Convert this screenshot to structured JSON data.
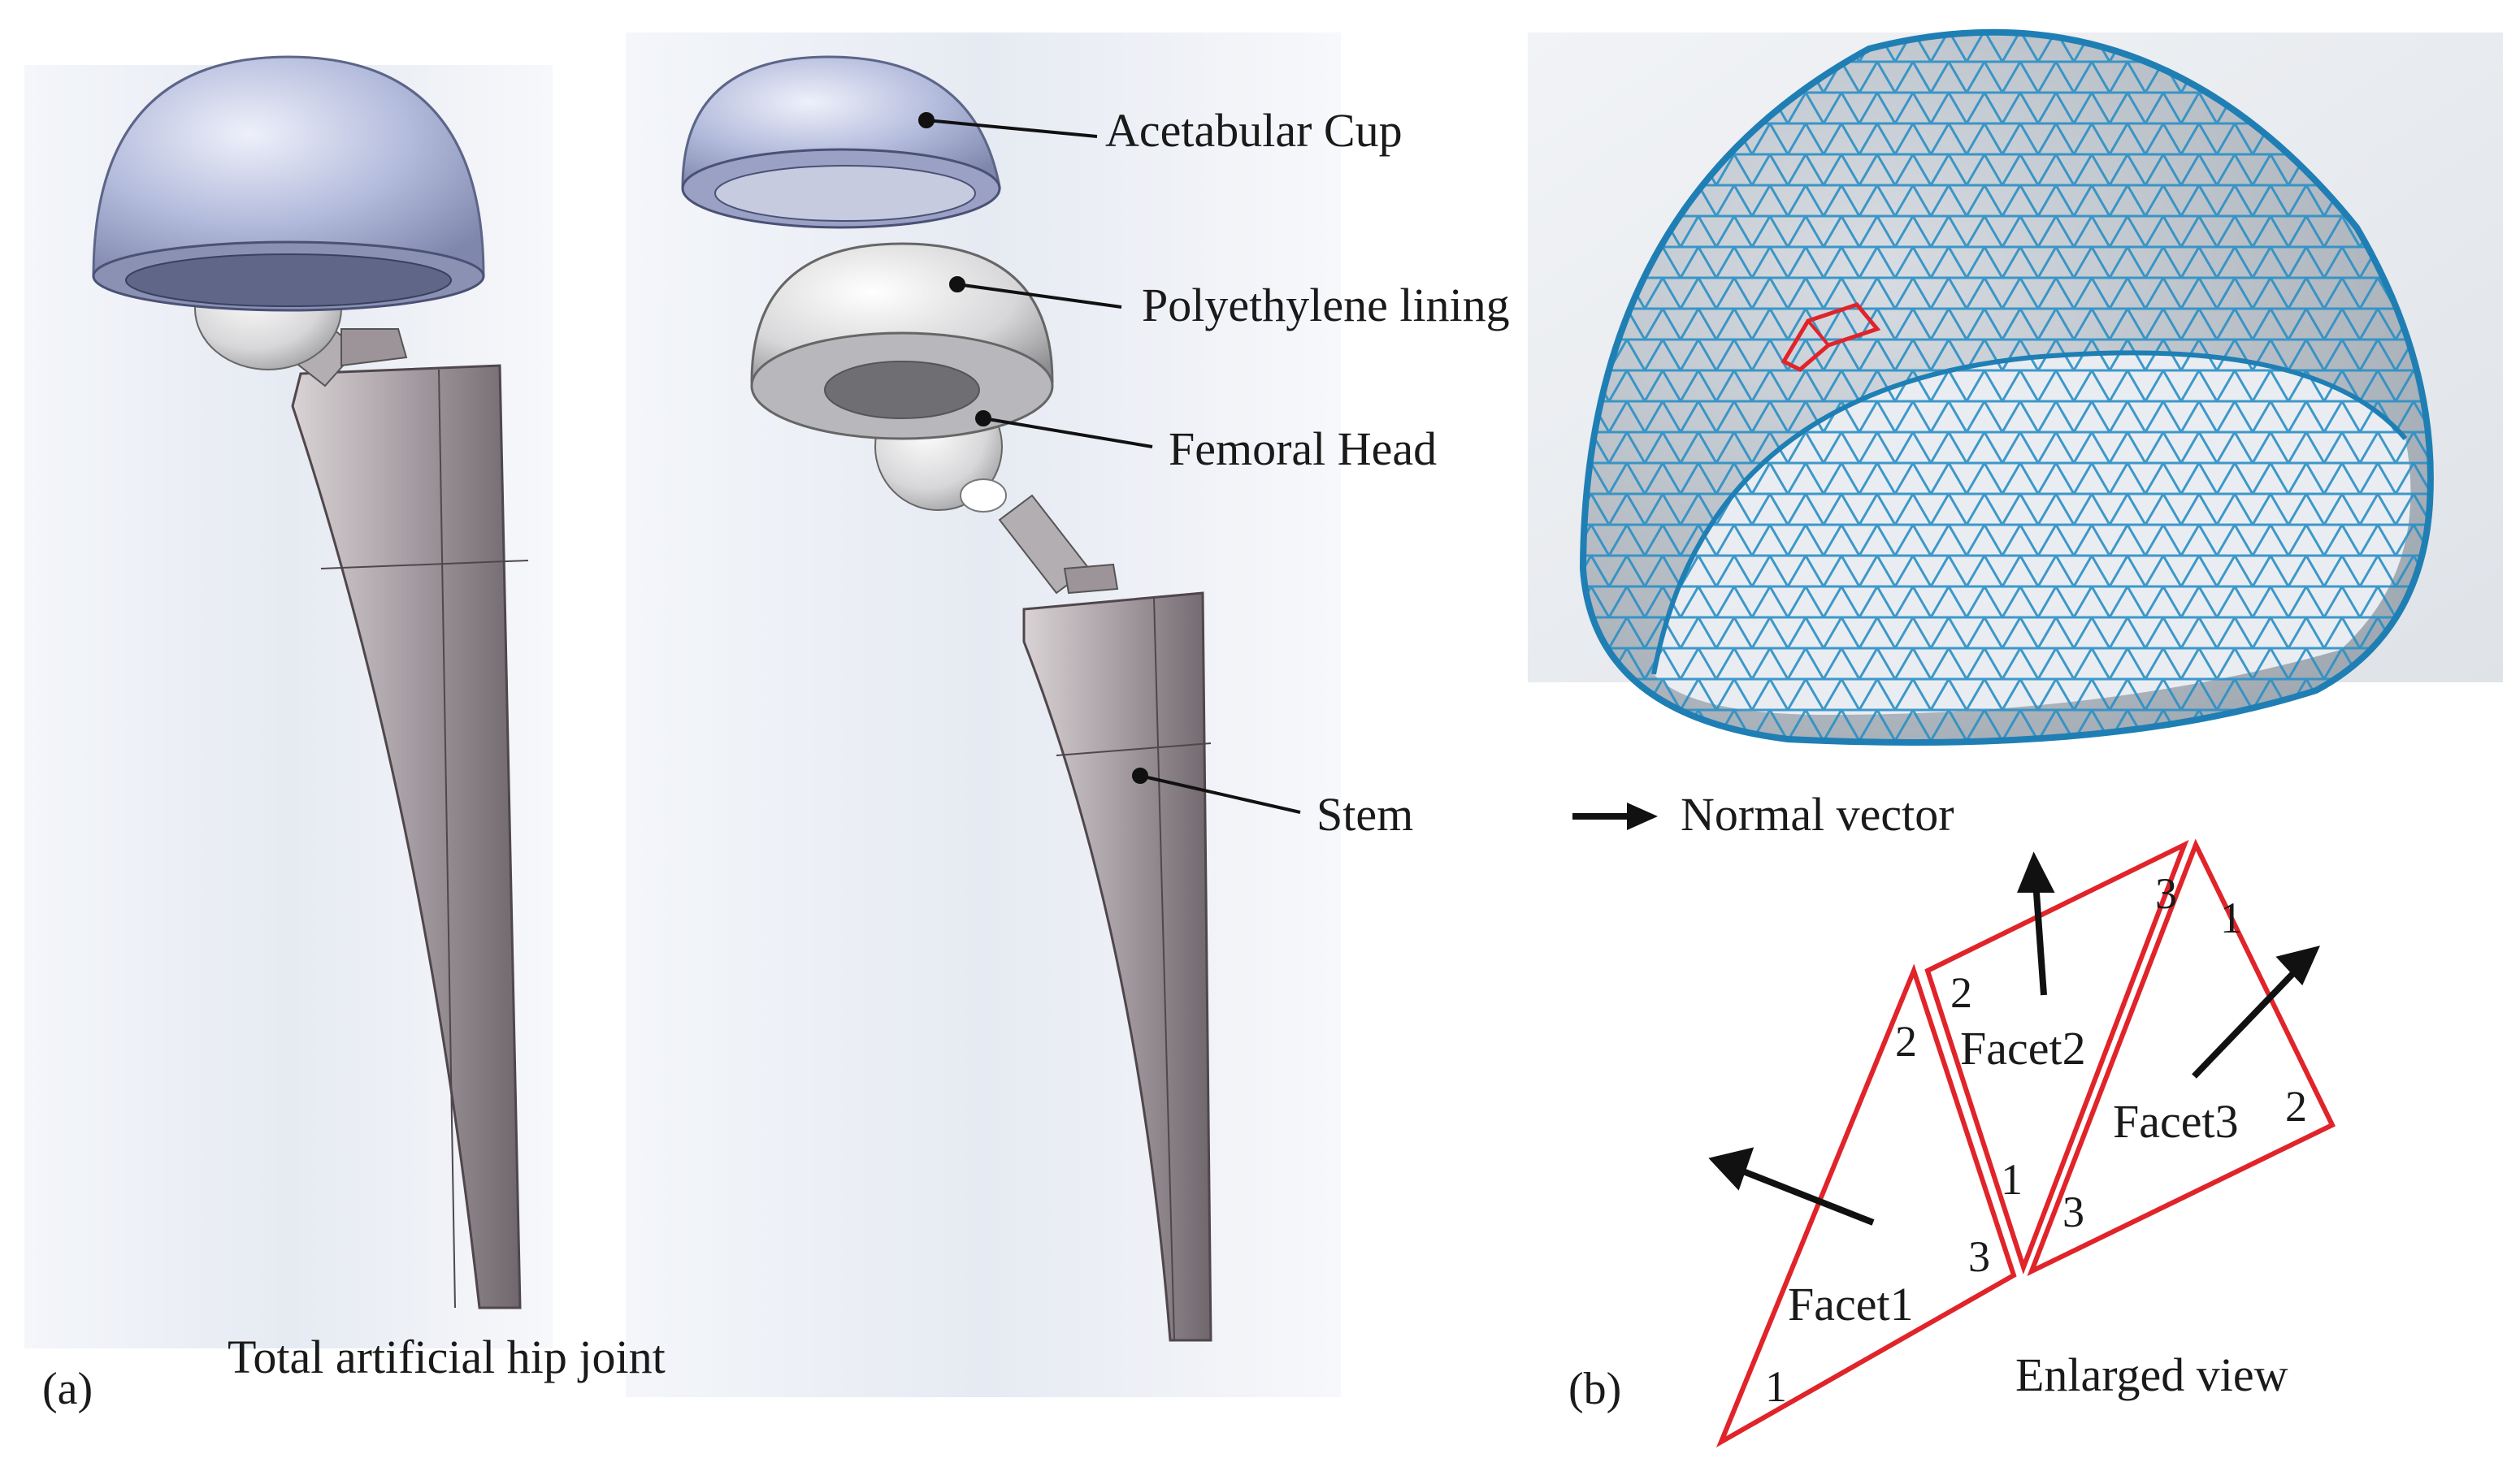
{
  "panel_a": {
    "panel_label": "(a)",
    "caption": "Total artificial hip joint",
    "callouts": {
      "cup": "Acetabular Cup",
      "lining": "Polyethylene lining",
      "head": "Femoral Head",
      "stem": "Stem"
    }
  },
  "panel_b": {
    "panel_label": "(b)",
    "legend_text": "Normal vector",
    "enlarged_label": "Enlarged view",
    "facets": {
      "f1": "Facet1",
      "f2": "Facet2",
      "f3": "Facet3"
    },
    "vertex_numbers": {
      "f1_v1": "1",
      "f1_v2": "2",
      "f1_v3": "3",
      "f2_v1": "1",
      "f2_v2": "2",
      "f2_v3": "3",
      "f3_v1": "1",
      "f3_v2": "2",
      "f3_v3": "3"
    }
  },
  "colors": {
    "cup_blue": "#a9b2d6",
    "mesh_blue": "#2a8fc4",
    "metal_gray": "#b9b2b6",
    "facet_red": "#e0242a",
    "arrow_black": "#111111"
  }
}
